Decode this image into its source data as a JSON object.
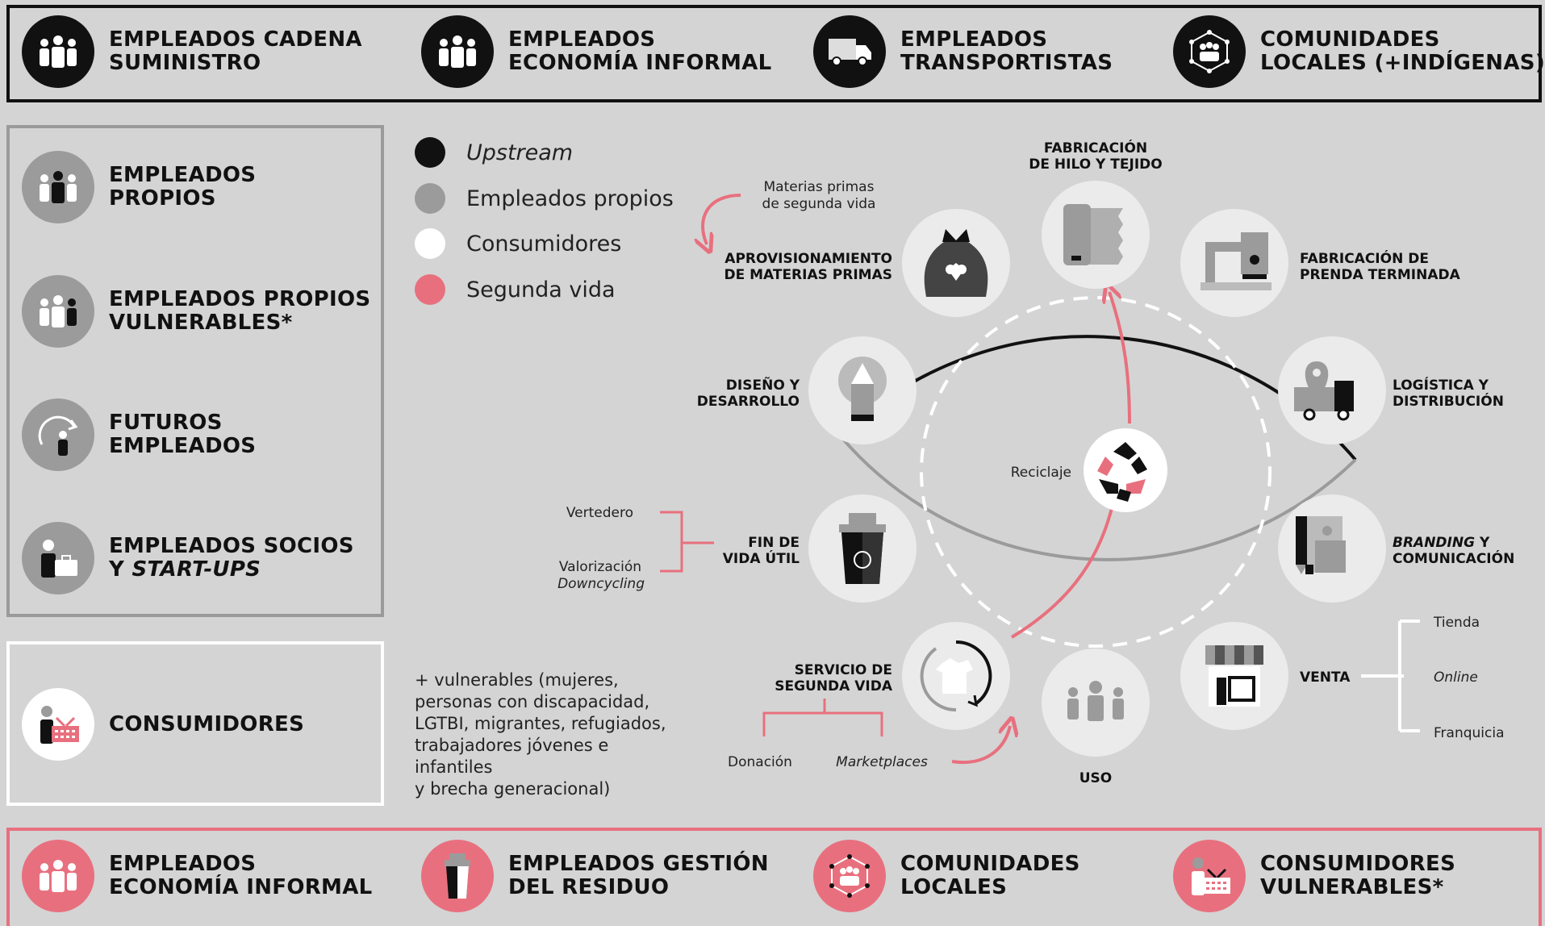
{
  "top_row": [
    {
      "line1": "EMPLEADOS CADENA",
      "line2": "SUMINISTRO",
      "icon": "people-icon"
    },
    {
      "line1": "EMPLEADOS",
      "line2": "ECONOMÍA INFORMAL",
      "icon": "people-icon"
    },
    {
      "line1": "EMPLEADOS",
      "line2": "TRANSPORTISTAS",
      "icon": "truck-icon"
    },
    {
      "line1": "COMUNIDADES",
      "line2": "LOCALES (+INDÍGENAS)",
      "icon": "community-network-icon"
    }
  ],
  "left_panel": [
    {
      "line1": "EMPLEADOS",
      "line2": "PROPIOS",
      "icon": "people-icon"
    },
    {
      "line1": "EMPLEADOS PROPIOS",
      "line2": "VULNERABLES*",
      "icon": "people-icon"
    },
    {
      "line1": "FUTUROS",
      "line2": "EMPLEADOS",
      "icon": "person-arrow-icon"
    },
    {
      "line1": "EMPLEADOS SOCIOS",
      "line2_a": "Y ",
      "line2_b": "START-UPS",
      "icon": "person-briefcase-icon"
    }
  ],
  "consumers": {
    "label": "CONSUMIDORES",
    "icon": "person-basket-icon"
  },
  "legend": [
    {
      "label": "Upstream",
      "color": "#111111",
      "italic": true
    },
    {
      "label": "Empleados propios",
      "color": "#9b9b9b",
      "italic": false
    },
    {
      "label": "Consumidores",
      "color": "#ffffff",
      "italic": false
    },
    {
      "label": "Segunda vida",
      "color": "#e8707e",
      "italic": false
    }
  ],
  "note": "+ vulnerables (mujeres,\npersonas con discapacidad,\nLGTBI, migrantes, refugiados,\ntrabajadores jóvenes e infantiles\ny brecha generacional)",
  "cycle": {
    "stages": [
      {
        "id": "fabricacion-hilo",
        "line1": "FABRICACIÓN",
        "line2": "DE HILO Y TEJIDO",
        "icon": "fabric-roll-icon"
      },
      {
        "id": "fabricacion-prenda",
        "line1": "FABRICACIÓN DE",
        "line2": "PRENDA TERMINADA",
        "icon": "sewing-machine-icon"
      },
      {
        "id": "logistica",
        "line1": "LOGÍSTICA Y",
        "line2": "DISTRIBUCIÓN",
        "icon": "truck-location-icon"
      },
      {
        "id": "branding",
        "line1_a": "BRANDING",
        "line1_b": " Y",
        "line2": "COMUNICACIÓN",
        "icon": "design-tools-icon"
      },
      {
        "id": "venta",
        "line1": "VENTA",
        "line2": "",
        "icon": "shop-icon"
      },
      {
        "id": "uso",
        "line1": "USO",
        "line2": "",
        "icon": "people-icon"
      },
      {
        "id": "servicio",
        "line1": "SERVICIO DE",
        "line2": "SEGUNDA VIDA",
        "icon": "shirt-cycle-icon"
      },
      {
        "id": "fin-vida",
        "line1": "FIN DE",
        "line2": "VIDA ÚTIL",
        "icon": "recycle-bin-icon"
      },
      {
        "id": "diseno",
        "line1": "DISEÑO Y",
        "line2": "DESARROLLO",
        "icon": "pencil-icon"
      },
      {
        "id": "aprovisionamiento",
        "line1": "APROVISIONAMIENTO",
        "line2": "DE MATERIAS PRIMAS",
        "icon": "sack-icon"
      }
    ],
    "recycle": {
      "label": "Reciclaje",
      "icon": "recycle-icon"
    },
    "materias_primas": {
      "line1": "Materias primas",
      "line2": "de segunda vida"
    },
    "venta_channels": [
      "Tienda",
      "Online",
      "Franquicia"
    ],
    "fin_vida_options": {
      "a": "Vertedero",
      "b1": "Valorización",
      "b2": "Downcycling"
    },
    "servicio_options": [
      "Donación",
      "Marketplaces"
    ]
  },
  "bottom_row": [
    {
      "line1": "EMPLEADOS",
      "line2": "ECONOMÍA INFORMAL",
      "icon": "people-icon"
    },
    {
      "line1": "EMPLEADOS GESTIÓN",
      "line2": "DEL RESIDUO",
      "icon": "trash-bin-icon"
    },
    {
      "line1": "COMUNIDADES",
      "line2": "LOCALES",
      "icon": "community-network-icon"
    },
    {
      "line1": "CONSUMIDORES",
      "line2": "VULNERABLES*",
      "icon": "person-basket-icon"
    }
  ],
  "colors": {
    "black": "#111111",
    "gray": "#9b9b9b",
    "white": "#ffffff",
    "pink": "#e8707e",
    "background": "#d4d4d4"
  }
}
